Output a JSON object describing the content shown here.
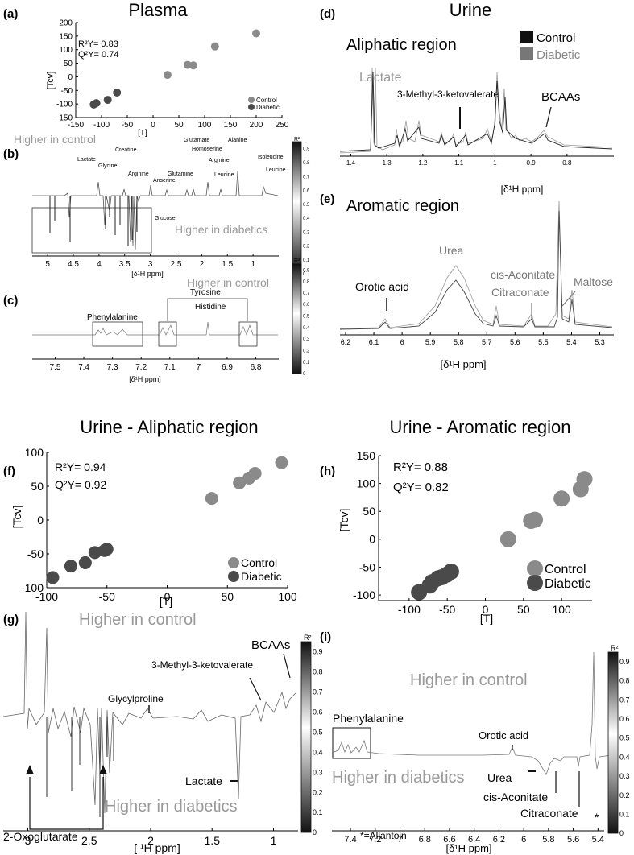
{
  "panels": {
    "a": {
      "letter": "(a)",
      "title": "Plasma",
      "r2": "R²Y= 0.83",
      "q2": "Q²Y= 0.74",
      "ylabel": "[Tcv]",
      "xlabel": "[T]",
      "legend": [
        "Control",
        "Diabetic"
      ]
    },
    "b": {
      "letter": "(b)",
      "higher_control": "Higher in control",
      "higher_diabetic": "Higher in diabetics",
      "xlabel": "[δ¹H ppm]",
      "r2_label": "R²",
      "peaks": [
        "Lactate",
        "Creatine",
        "Glycine",
        "Arginine",
        "Anserine",
        "Glutamine",
        "Glutamate",
        "Homoserine",
        "Arginine",
        "Leucine",
        "Alanine",
        "Isoleucine",
        "Leucine",
        "Glucose"
      ]
    },
    "c": {
      "letter": "(c)",
      "higher_control": "Higher in control",
      "xlabel": "[δ¹H ppm]",
      "r2_label": "R²",
      "peaks": [
        "Phenylalanine",
        "Tyrosine",
        "Histidine"
      ]
    },
    "d": {
      "letter": "(d)",
      "title": "Urine",
      "subtitle": "Aliphatic region",
      "legend": [
        "Control",
        "Diabetic"
      ],
      "peaks": [
        "Lactate",
        "3-Methyl-3-ketovalerate",
        "BCAAs"
      ]
    },
    "e": {
      "letter": "(e)",
      "subtitle": "Aromatic region",
      "xlabel": "[δ¹H ppm]",
      "xlabel_top": "[δ¹H ppm]",
      "peaks": [
        "Orotic acid",
        "Urea",
        "cis-Aconitate",
        "Citraconate",
        "Maltose"
      ]
    },
    "f": {
      "letter": "(f)",
      "title": "Urine - Aliphatic region",
      "r2": "R²Y= 0.94",
      "q2": "Q²Y= 0.92",
      "ylabel": "[Tcv]",
      "xlabel": "[T]",
      "legend": [
        "Control",
        "Diabetic"
      ]
    },
    "g": {
      "letter": "(g)",
      "higher_control": "Higher in control",
      "higher_diabetic": "Higher in diabetics",
      "xlabel": "[ ¹H ppm]",
      "r2_label": "R²",
      "peaks": [
        "3-Methyl-3-ketovalerate",
        "BCAAs",
        "Glycylproline",
        "Lactate",
        "2-Oxoglutarate"
      ]
    },
    "h": {
      "letter": "(h)",
      "title": "Urine - Aromatic region",
      "r2": "R²Y= 0.88",
      "q2": "Q²Y= 0.82",
      "ylabel": "[Tcv]",
      "xlabel": "[T]",
      "legend": [
        "Control",
        "Diabetic"
      ]
    },
    "i": {
      "letter": "(i)",
      "higher_control": "Higher in control",
      "higher_diabetic": "Higher in diabetics",
      "xlabel": "[δ¹H ppm]",
      "r2_label": "R²",
      "allantoin": "*=Allantoin",
      "peaks": [
        "Phenylalanine",
        "Orotic acid",
        "Urea",
        "cis-Aconitate",
        "Citraconate"
      ]
    }
  },
  "colors": {
    "control": "#8a8a8a",
    "diabetic": "#4a4a4a",
    "dark": "#111111",
    "label_gray": "#999999"
  },
  "chart_data": [
    {
      "panel": "a",
      "type": "scatter",
      "title": "Plasma",
      "xlabel": "[T]",
      "ylabel": "[Tcv]",
      "xlim": [
        -150,
        250
      ],
      "ylim": [
        -150,
        200
      ],
      "xticks": [
        -150,
        -100,
        -50,
        0,
        50,
        100,
        150,
        200,
        250
      ],
      "yticks": [
        -150,
        -100,
        -50,
        0,
        50,
        100,
        150,
        200
      ],
      "series": [
        {
          "name": "Control",
          "x": [
            28,
            67,
            78,
            120,
            200
          ],
          "y": [
            7,
            44,
            42,
            112,
            160
          ]
        },
        {
          "name": "Diabetic",
          "x": [
            -115,
            -110,
            -88,
            -70
          ],
          "y": [
            -102,
            -97,
            -85,
            -58
          ]
        }
      ]
    },
    {
      "panel": "b",
      "type": "line",
      "xlabel": "[δ¹H ppm]",
      "xlim": [
        5.3,
        0.5
      ],
      "xticks": [
        5,
        4.5,
        4,
        3.5,
        3,
        2.5,
        2,
        1.5,
        1
      ]
    },
    {
      "panel": "c",
      "type": "line",
      "xlabel": "[δ¹H ppm]",
      "xlim": [
        7.58,
        6.72
      ],
      "xticks": [
        7.5,
        7.4,
        7.3,
        7.2,
        7.1,
        7,
        6.9,
        6.8
      ]
    },
    {
      "panel": "d",
      "type": "line",
      "xlim": [
        1.43,
        0.67
      ],
      "xticks": [
        1.4,
        1.3,
        1.2,
        1.1,
        1,
        0.9,
        0.8
      ],
      "series": [
        {
          "name": "Control"
        },
        {
          "name": "Diabetic"
        }
      ]
    },
    {
      "panel": "e",
      "type": "line",
      "xlabel": "[δ¹H ppm]",
      "xlim": [
        6.22,
        5.25
      ],
      "xticks": [
        6.2,
        6.1,
        6,
        5.9,
        5.8,
        5.7,
        5.6,
        5.5,
        5.4,
        5.3
      ]
    },
    {
      "panel": "f",
      "type": "scatter",
      "title": "Urine - Aliphatic region",
      "xlabel": "[T]",
      "ylabel": "[Tcv]",
      "xlim": [
        -100,
        100
      ],
      "ylim": [
        -100,
        100
      ],
      "xticks": [
        -100,
        -50,
        0,
        50,
        100
      ],
      "yticks": [
        -100,
        -50,
        0,
        50,
        100
      ],
      "series": [
        {
          "name": "Control",
          "x": [
            37,
            60,
            68,
            73,
            95
          ],
          "y": [
            32,
            55,
            62,
            69,
            85
          ]
        },
        {
          "name": "Diabetic",
          "x": [
            -95,
            -80,
            -68,
            -60,
            -52,
            -50
          ],
          "y": [
            -85,
            -68,
            -63,
            -48,
            -45,
            -43
          ]
        }
      ]
    },
    {
      "panel": "g",
      "type": "line",
      "xlabel": "[ ¹H ppm]",
      "xlim": [
        3.2,
        0.8
      ],
      "xticks": [
        3,
        2.5,
        2,
        1.5,
        1
      ]
    },
    {
      "panel": "h",
      "type": "scatter",
      "title": "Urine - Aromatic region",
      "xlabel": "[T]",
      "ylabel": "[Tcv]",
      "xlim": [
        -140,
        140
      ],
      "ylim": [
        -110,
        150
      ],
      "xticks": [
        -100,
        -50,
        0,
        50,
        100
      ],
      "yticks": [
        -100,
        -50,
        0,
        50,
        100,
        150
      ],
      "series": [
        {
          "name": "Control",
          "x": [
            30,
            60,
            65,
            100,
            125,
            130
          ],
          "y": [
            0,
            33,
            35,
            73,
            90,
            108
          ]
        },
        {
          "name": "Diabetic",
          "x": [
            -87,
            -73,
            -70,
            -62,
            -57,
            -50,
            -45
          ],
          "y": [
            -95,
            -83,
            -77,
            -70,
            -68,
            -63,
            -58
          ]
        }
      ]
    },
    {
      "panel": "i",
      "type": "line",
      "xlabel": "[δ¹H ppm]",
      "xlim": [
        7.55,
        5.35
      ],
      "xticks": [
        7.4,
        7.2,
        7,
        6.8,
        6.6,
        6.4,
        6.2,
        6,
        5.8,
        5.6,
        5.4
      ]
    }
  ]
}
